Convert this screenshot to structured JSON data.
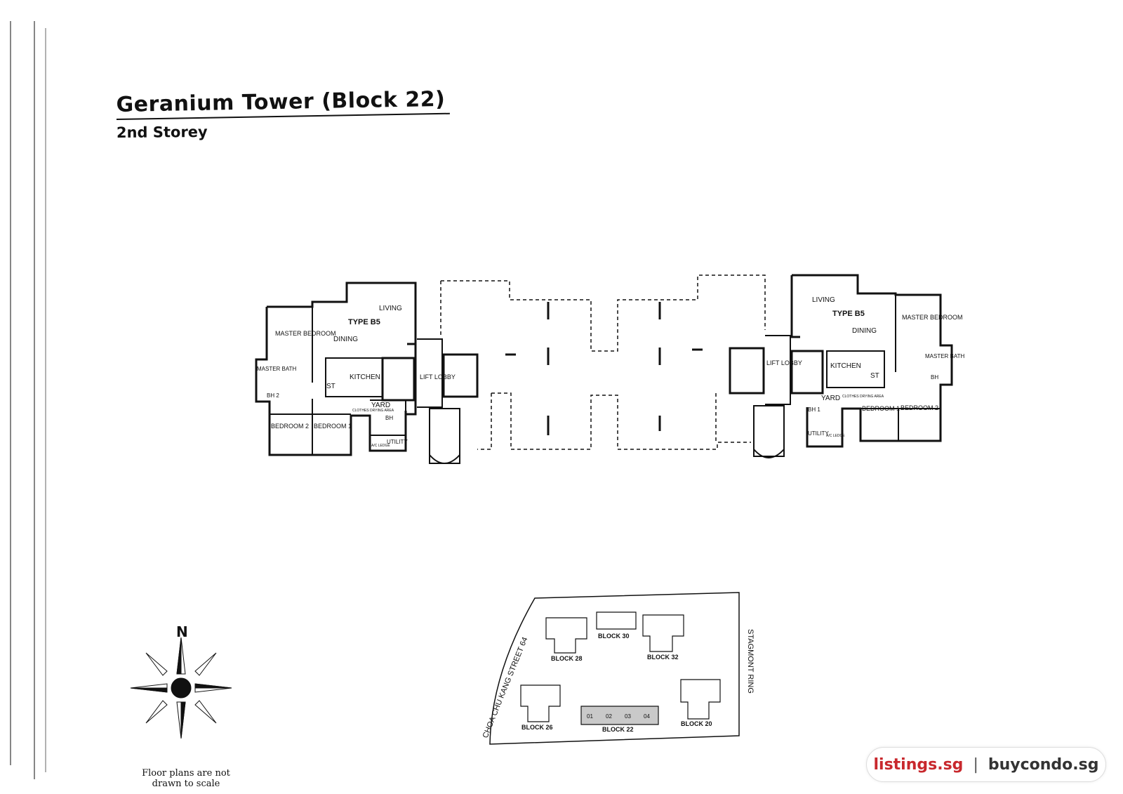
{
  "header": {
    "title": "Geranium Tower (Block 22)",
    "subtitle": "2nd Storey"
  },
  "floor_plan": {
    "left_unit": {
      "type_label": "TYPE B5",
      "rooms": [
        "LIVING",
        "DINING",
        "MASTER BEDROOM",
        "MASTER BATH",
        "KITCHEN",
        "ST",
        "YARD",
        "BEDROOM 2",
        "BEDROOM 1",
        "UTILITY",
        "BH 2",
        "BH",
        "A/C LEDGE",
        "CLOTHES DRYING AREA"
      ]
    },
    "right_unit": {
      "type_label": "TYPE B5",
      "rooms": [
        "LIVING",
        "DINING",
        "MASTER BEDROOM",
        "MASTER BATH",
        "KITCHEN",
        "ST",
        "YARD",
        "BEDROOM 1",
        "BEDROOM 2",
        "UTILITY",
        "BH 1",
        "BH",
        "A/C LEDGE",
        "CLOTHES DRYING AREA"
      ]
    },
    "lift_lobby_label": "LIFT LOBBY"
  },
  "compass": {
    "north_label": "N"
  },
  "scale_note": "Floor plans are not drawn to scale",
  "site_plan": {
    "streets": [
      "CHOA CHU KANG STREET 64",
      "STAGMONT RING"
    ],
    "blocks": [
      "BLOCK 28",
      "BLOCK 30",
      "BLOCK 32",
      "BLOCK 26",
      "BLOCK 22",
      "BLOCK 20"
    ],
    "unit_numbers": [
      "01",
      "02",
      "03",
      "04"
    ]
  },
  "watermark": {
    "left": "listings.sg",
    "separator": "|",
    "right": "buycondo.sg"
  }
}
